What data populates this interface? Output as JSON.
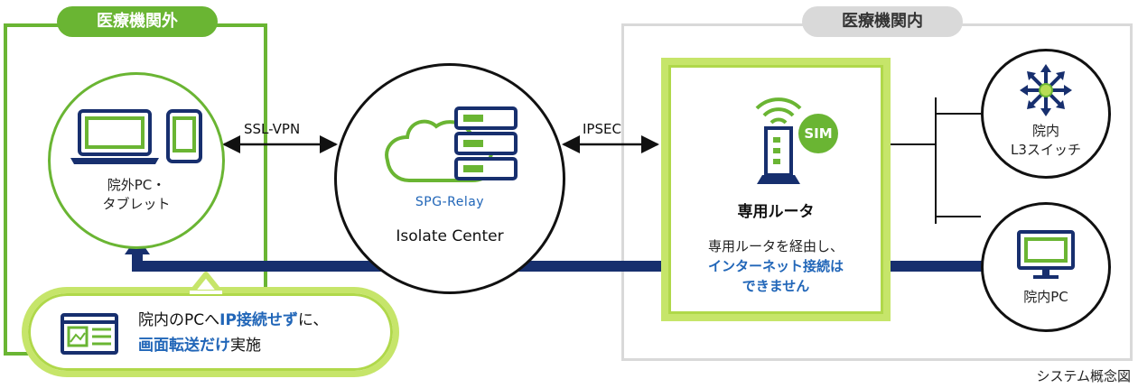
{
  "outside": {
    "title": "医療機関外"
  },
  "inside": {
    "title": "医療機関内"
  },
  "device_outside": {
    "line1": "院外PC・",
    "line2": "タブレット"
  },
  "link_left": "SSL-VPN",
  "link_right": "IPSEC",
  "center": {
    "badge": "SPG-Relay",
    "name": "Isolate Center"
  },
  "router": {
    "sim": "SIM",
    "name": "専用ルータ",
    "note_line1": "専用ルータを経由し、",
    "note_line2": "インターネット接続は",
    "note_line3": "できません"
  },
  "switch": {
    "line1": "院内",
    "line2": "L3スイッチ"
  },
  "pc_inside": {
    "label": "院内PC"
  },
  "callout": {
    "part1": "院内のPCへ",
    "part2": "IP接続せず",
    "part3": "に、",
    "part4": "画面転送だけ",
    "part5": "実施"
  },
  "caption": "システム概念図",
  "colors": {
    "green": "#6ab533",
    "lime": "#b8dd55",
    "gray": "#d9d9d9",
    "navy": "#172f6e",
    "blue": "#2166b8"
  }
}
